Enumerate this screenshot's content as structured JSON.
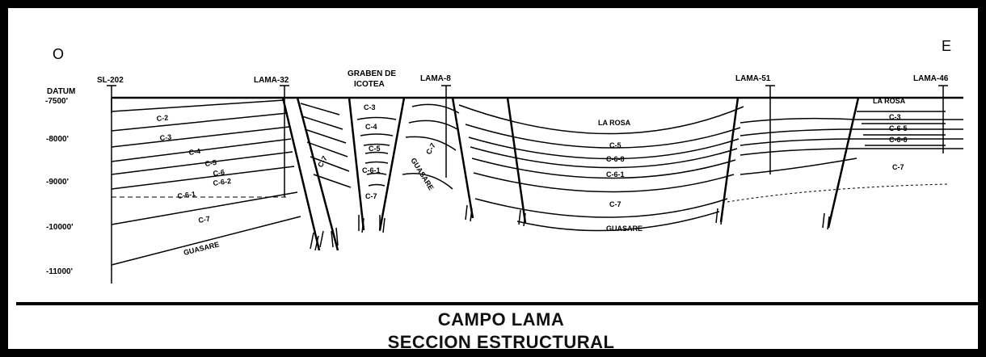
{
  "diagram": {
    "directions": {
      "west": "O",
      "east": "E"
    },
    "datum": {
      "label": "DATUM",
      "depth": "-7500'"
    },
    "depth_axis": [
      "-8000'",
      "-9000'",
      "-10000'",
      "-11000'"
    ],
    "wells": [
      "SL-202",
      "LAMA-32",
      "LAMA-8",
      "LAMA-51",
      "LAMA-46"
    ],
    "graben_label": [
      "GRABEN DE",
      "ICOTEA"
    ],
    "units": {
      "c2": "C-2",
      "c3": "C-3",
      "c4": "C-4",
      "c5": "C-5",
      "c6": "C-6",
      "c62": "C-6-2",
      "c61": "C-6-1",
      "c7": "C-7",
      "c68": "C-6-8",
      "c65": "C-6-5",
      "c66": "C-6-6",
      "larosa": "LA ROSA",
      "guasare": "GUASARE"
    }
  },
  "caption": {
    "line1": "CAMPO LAMA",
    "line2": "SECCION ESTRUCTURAL"
  },
  "colors": {
    "ink": "#000000",
    "background": "#ffffff"
  }
}
